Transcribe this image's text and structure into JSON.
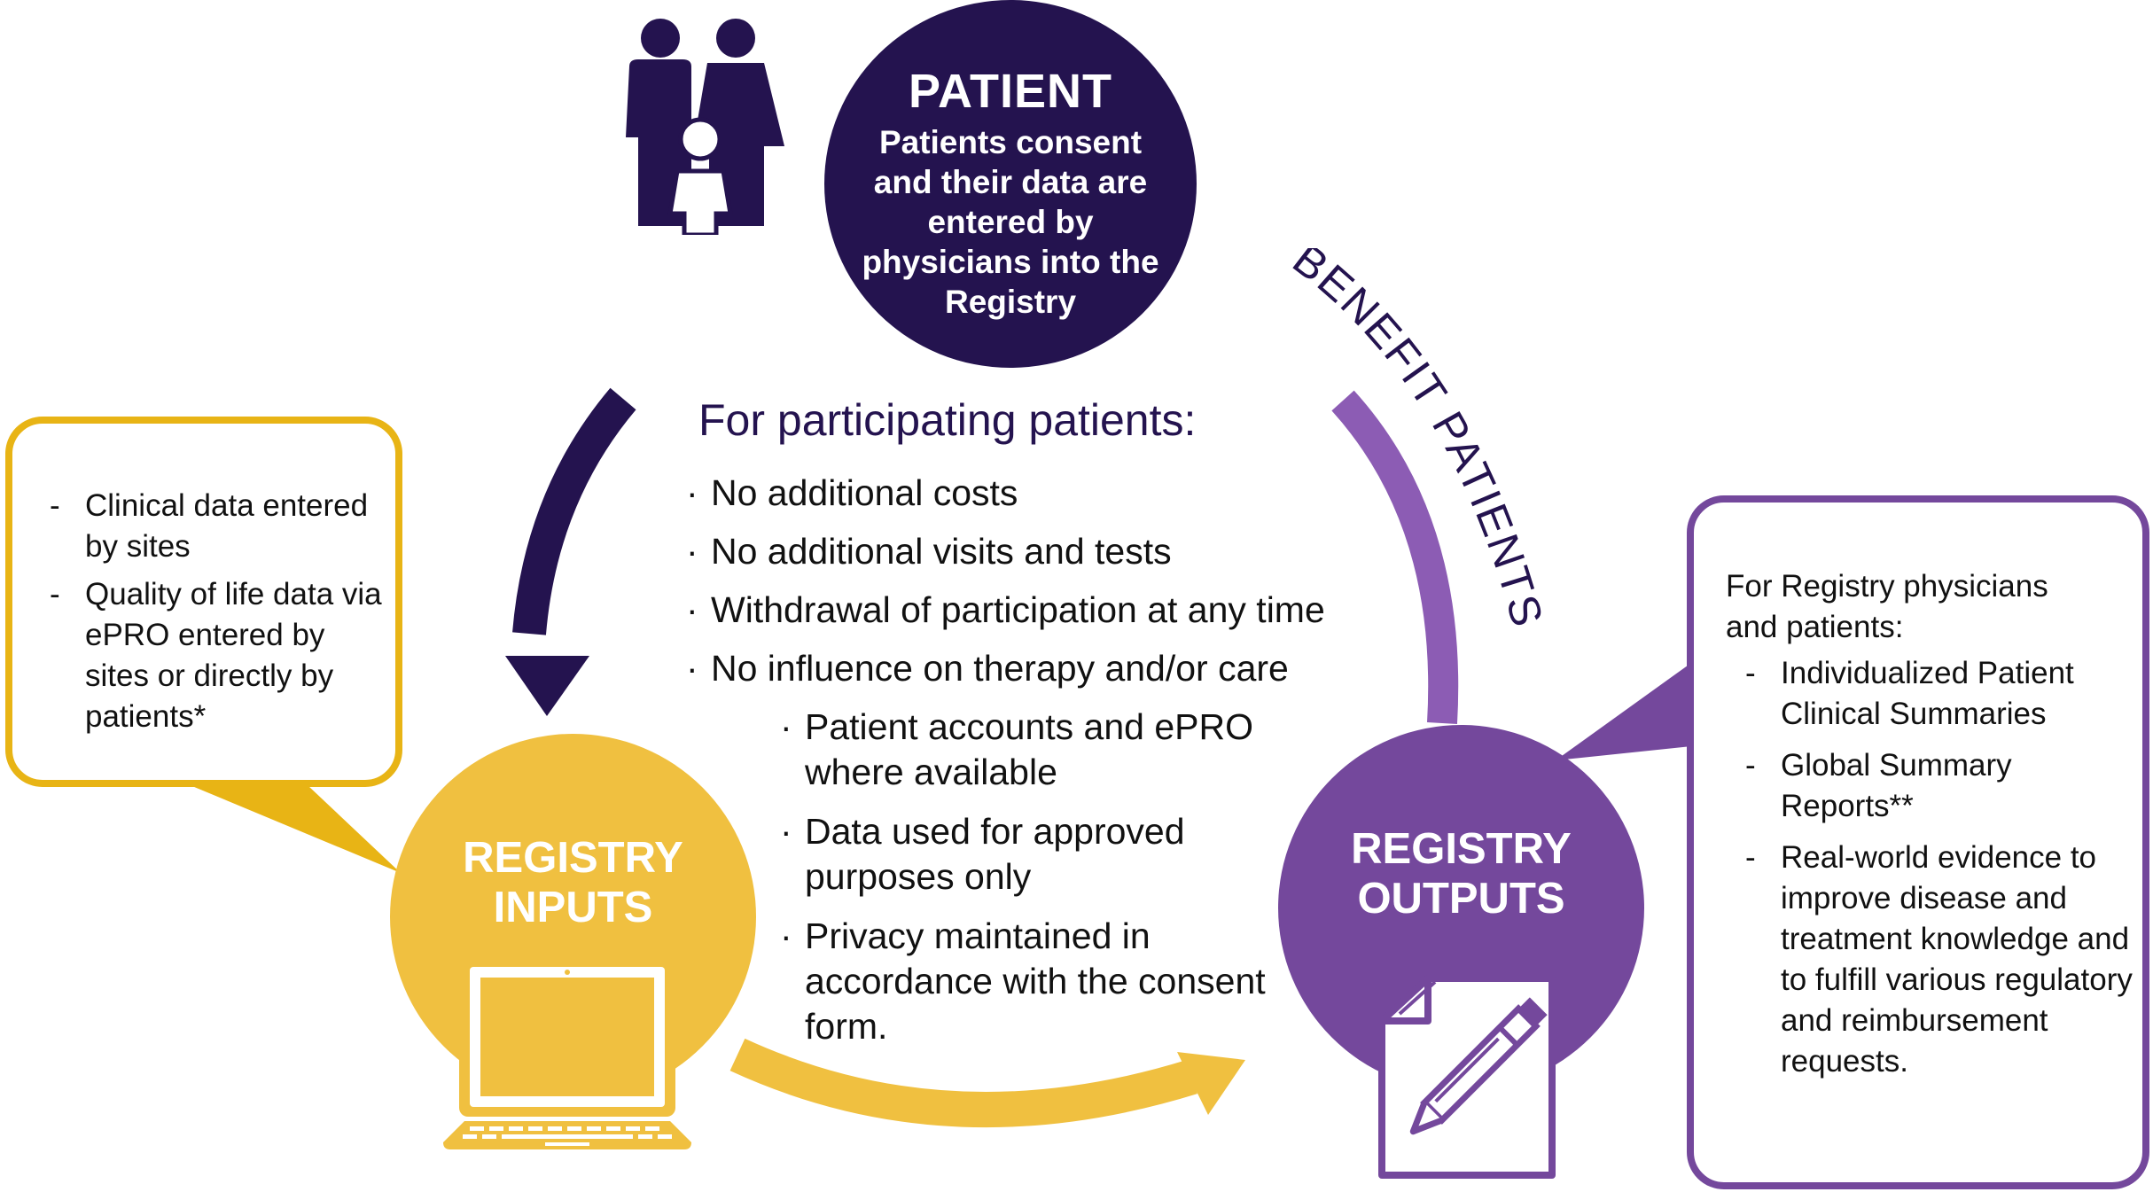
{
  "patient": {
    "title": "PATIENT",
    "body": "Patients consent and their data are entered by physicians into the Registry"
  },
  "benefit_label": "BENEFIT PATIENTS",
  "center": {
    "heading": "For participating patients:",
    "bullets": [
      "No additional costs",
      "No additional visits and tests",
      "Withdrawal of participation at any time",
      "No influence on therapy and/or care"
    ],
    "subbullets": [
      "Patient accounts and ePRO where available",
      "Data used for approved purposes only",
      "Privacy maintained in accordance with the consent form."
    ]
  },
  "inputs": {
    "label_line1": "REGISTRY",
    "label_line2": "INPUTS",
    "items": [
      "Clinical data entered by sites",
      "Quality of life data via ePRO entered by sites or directly by patients*"
    ]
  },
  "outputs": {
    "label_line1": "REGISTRY",
    "label_line2": "OUTPUTS",
    "intro": "For Registry physicians and patients:",
    "items": [
      "Individualized Patient Clinical Summaries",
      "Global Summary Reports**",
      "Real-world evidence to improve disease and treatment knowledge and to fulfill various regulatory and reimbursement requests."
    ]
  },
  "colors": {
    "navy": "#24134f",
    "yellow": "#f0c040",
    "yellow_dark": "#e8b415",
    "purple": "#74489c",
    "purple_light": "#8c5cb4"
  },
  "icons": [
    "family-icon",
    "laptop-icon",
    "document-pen-icon",
    "arrow-down-icon",
    "arrow-right-icon"
  ]
}
